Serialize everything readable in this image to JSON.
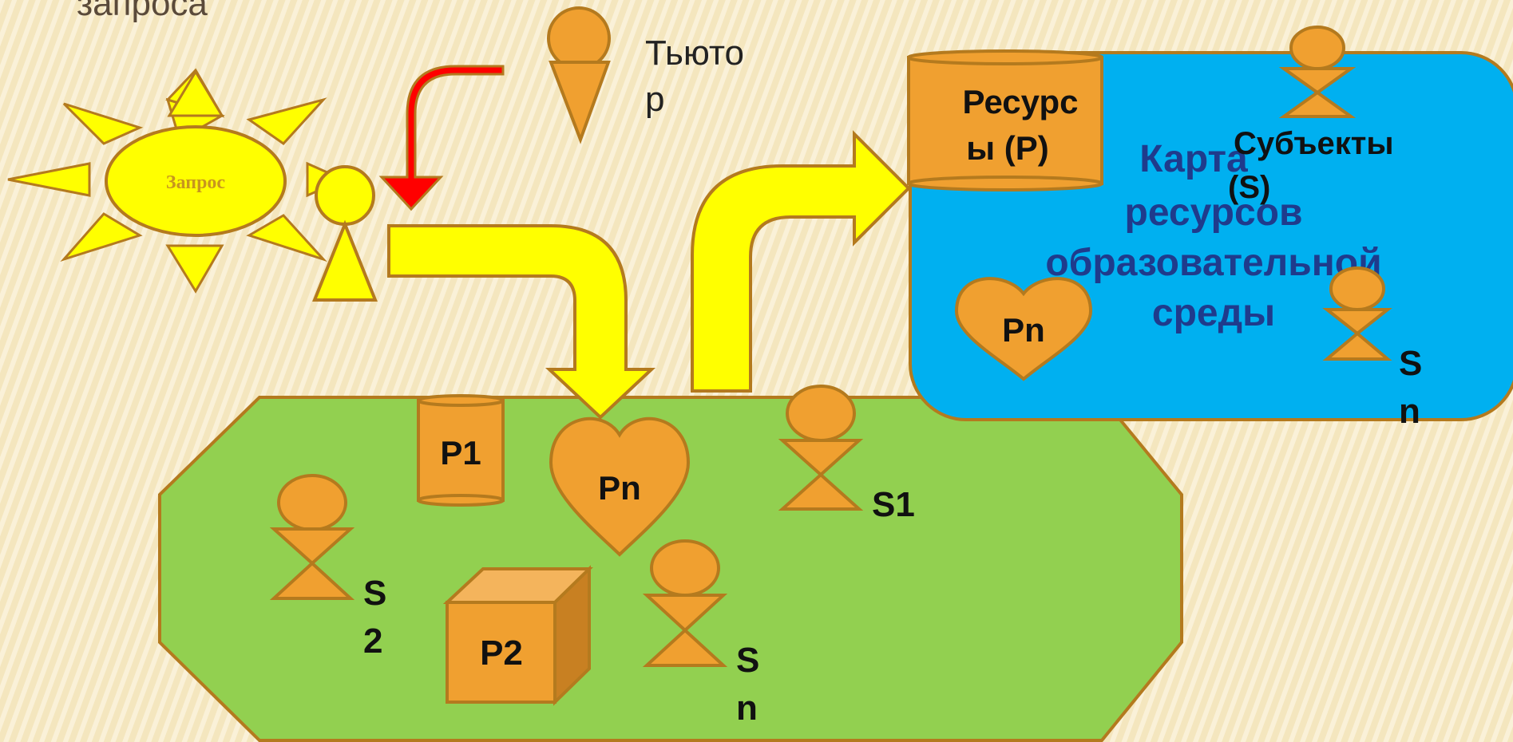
{
  "header": {
    "partial_title": "запроса"
  },
  "sun": {
    "label": "Запрос"
  },
  "tutor": {
    "label_line1": "Тьюто",
    "label_line2": "р"
  },
  "resource_map": {
    "title_line1": "Карта",
    "title_line2": "ресурсов",
    "title_line3": "образовательной",
    "title_line4": "среды",
    "resources_line1": "Ресурс",
    "resources_line2": "ы (Р)",
    "subjects_line1": "Субъекты",
    "subjects_line2": "(S)",
    "heart": "Pn",
    "sn_line1": "S",
    "sn_line2": "n"
  },
  "environment": {
    "p1": "P1",
    "p2": "P2",
    "heart": "Pn",
    "s1": "S1",
    "s2_line1": "S",
    "s2_line2": "2",
    "sn_line1": "S",
    "sn_line2": "n"
  },
  "colors": {
    "orange": "#F0A030",
    "orange_stroke": "#B47A1E",
    "yellow": "#FFFF00",
    "green": "#92D050",
    "blue": "#00B0F0",
    "red": "#FF0000",
    "title_blue": "#1F3B8C"
  }
}
